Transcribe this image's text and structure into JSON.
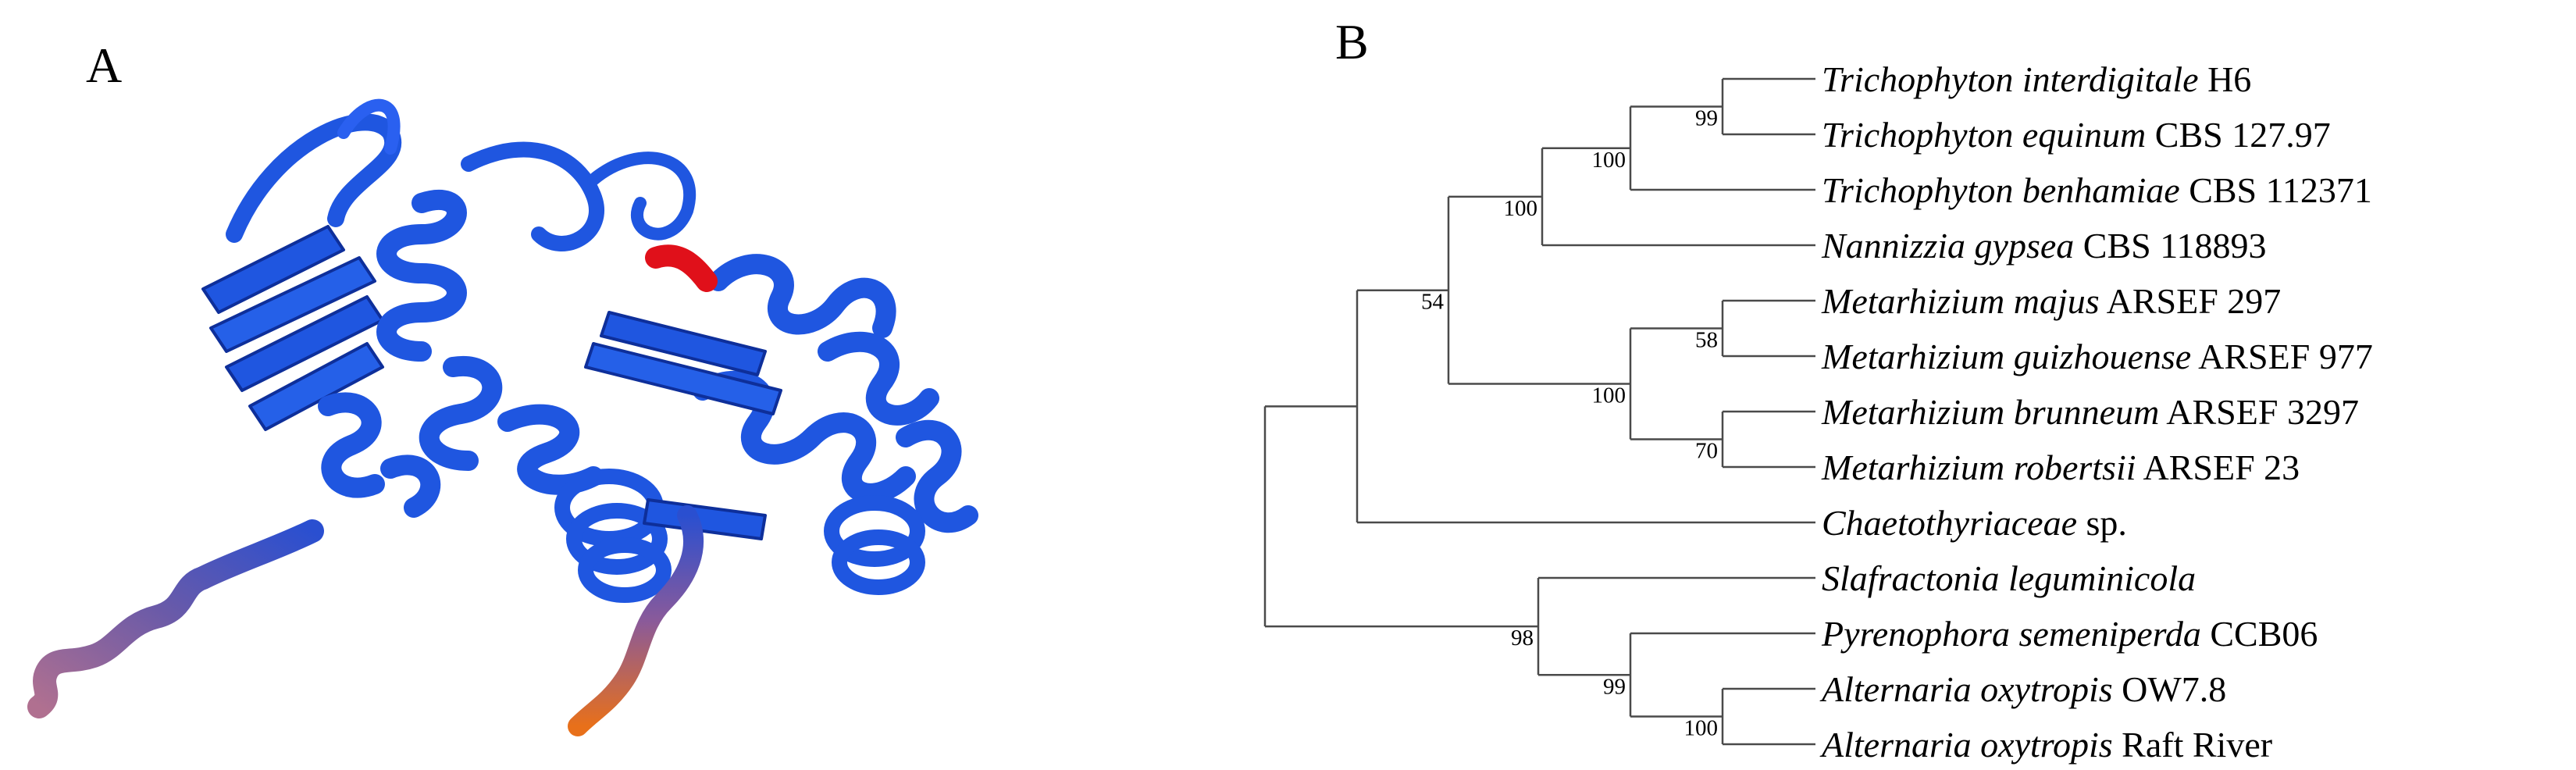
{
  "panels": {
    "a_label": "A",
    "b_label": "B"
  },
  "colors": {
    "ribbon": "#1f56e0",
    "ribbon_dark": "#0e2f9a",
    "highlight": "#e0101a",
    "terminus_n": "#8a5a9a",
    "terminus_c": "#e8701a",
    "branch": "#4a4a4a"
  },
  "tree": {
    "taxa": [
      {
        "genus_species": "Trichophyton interdigitale",
        "strain": " H6"
      },
      {
        "genus_species": "Trichophyton equinum",
        "strain": " CBS 127.97"
      },
      {
        "genus_species": "Trichophyton benhamiae",
        "strain": " CBS 112371"
      },
      {
        "genus_species": "Nannizzia gypsea",
        "strain": " CBS 118893"
      },
      {
        "genus_species": "Metarhizium majus",
        "strain": " ARSEF 297"
      },
      {
        "genus_species": "Metarhizium guizhouense",
        "strain": " ARSEF 977"
      },
      {
        "genus_species": "Metarhizium brunneum",
        "strain": " ARSEF 3297"
      },
      {
        "genus_species": "Metarhizium robertsii",
        "strain": " ARSEF 23"
      },
      {
        "genus_species": "Chaetothyriaceae",
        "strain": " sp."
      },
      {
        "genus_species": "Slafractonia leguminicola",
        "strain": ""
      },
      {
        "genus_species": "Pyrenophora semeniperda",
        "strain": " CCB06"
      },
      {
        "genus_species": "Alternaria oxytropis",
        "strain": " OW7.8"
      },
      {
        "genus_species": "Alternaria oxytropis",
        "strain": " Raft River"
      }
    ],
    "bootstrap": {
      "trich_interdig_equinum": "99",
      "trichophyton": "100",
      "dermatophytes": "100",
      "dermato_metarhizium": "54",
      "majus_guizhouense": "58",
      "metarhizium": "100",
      "brunneum_robertsii": "70",
      "pleosporales": "98",
      "pyrenophora_alternaria": "99",
      "alternaria": "100"
    }
  }
}
